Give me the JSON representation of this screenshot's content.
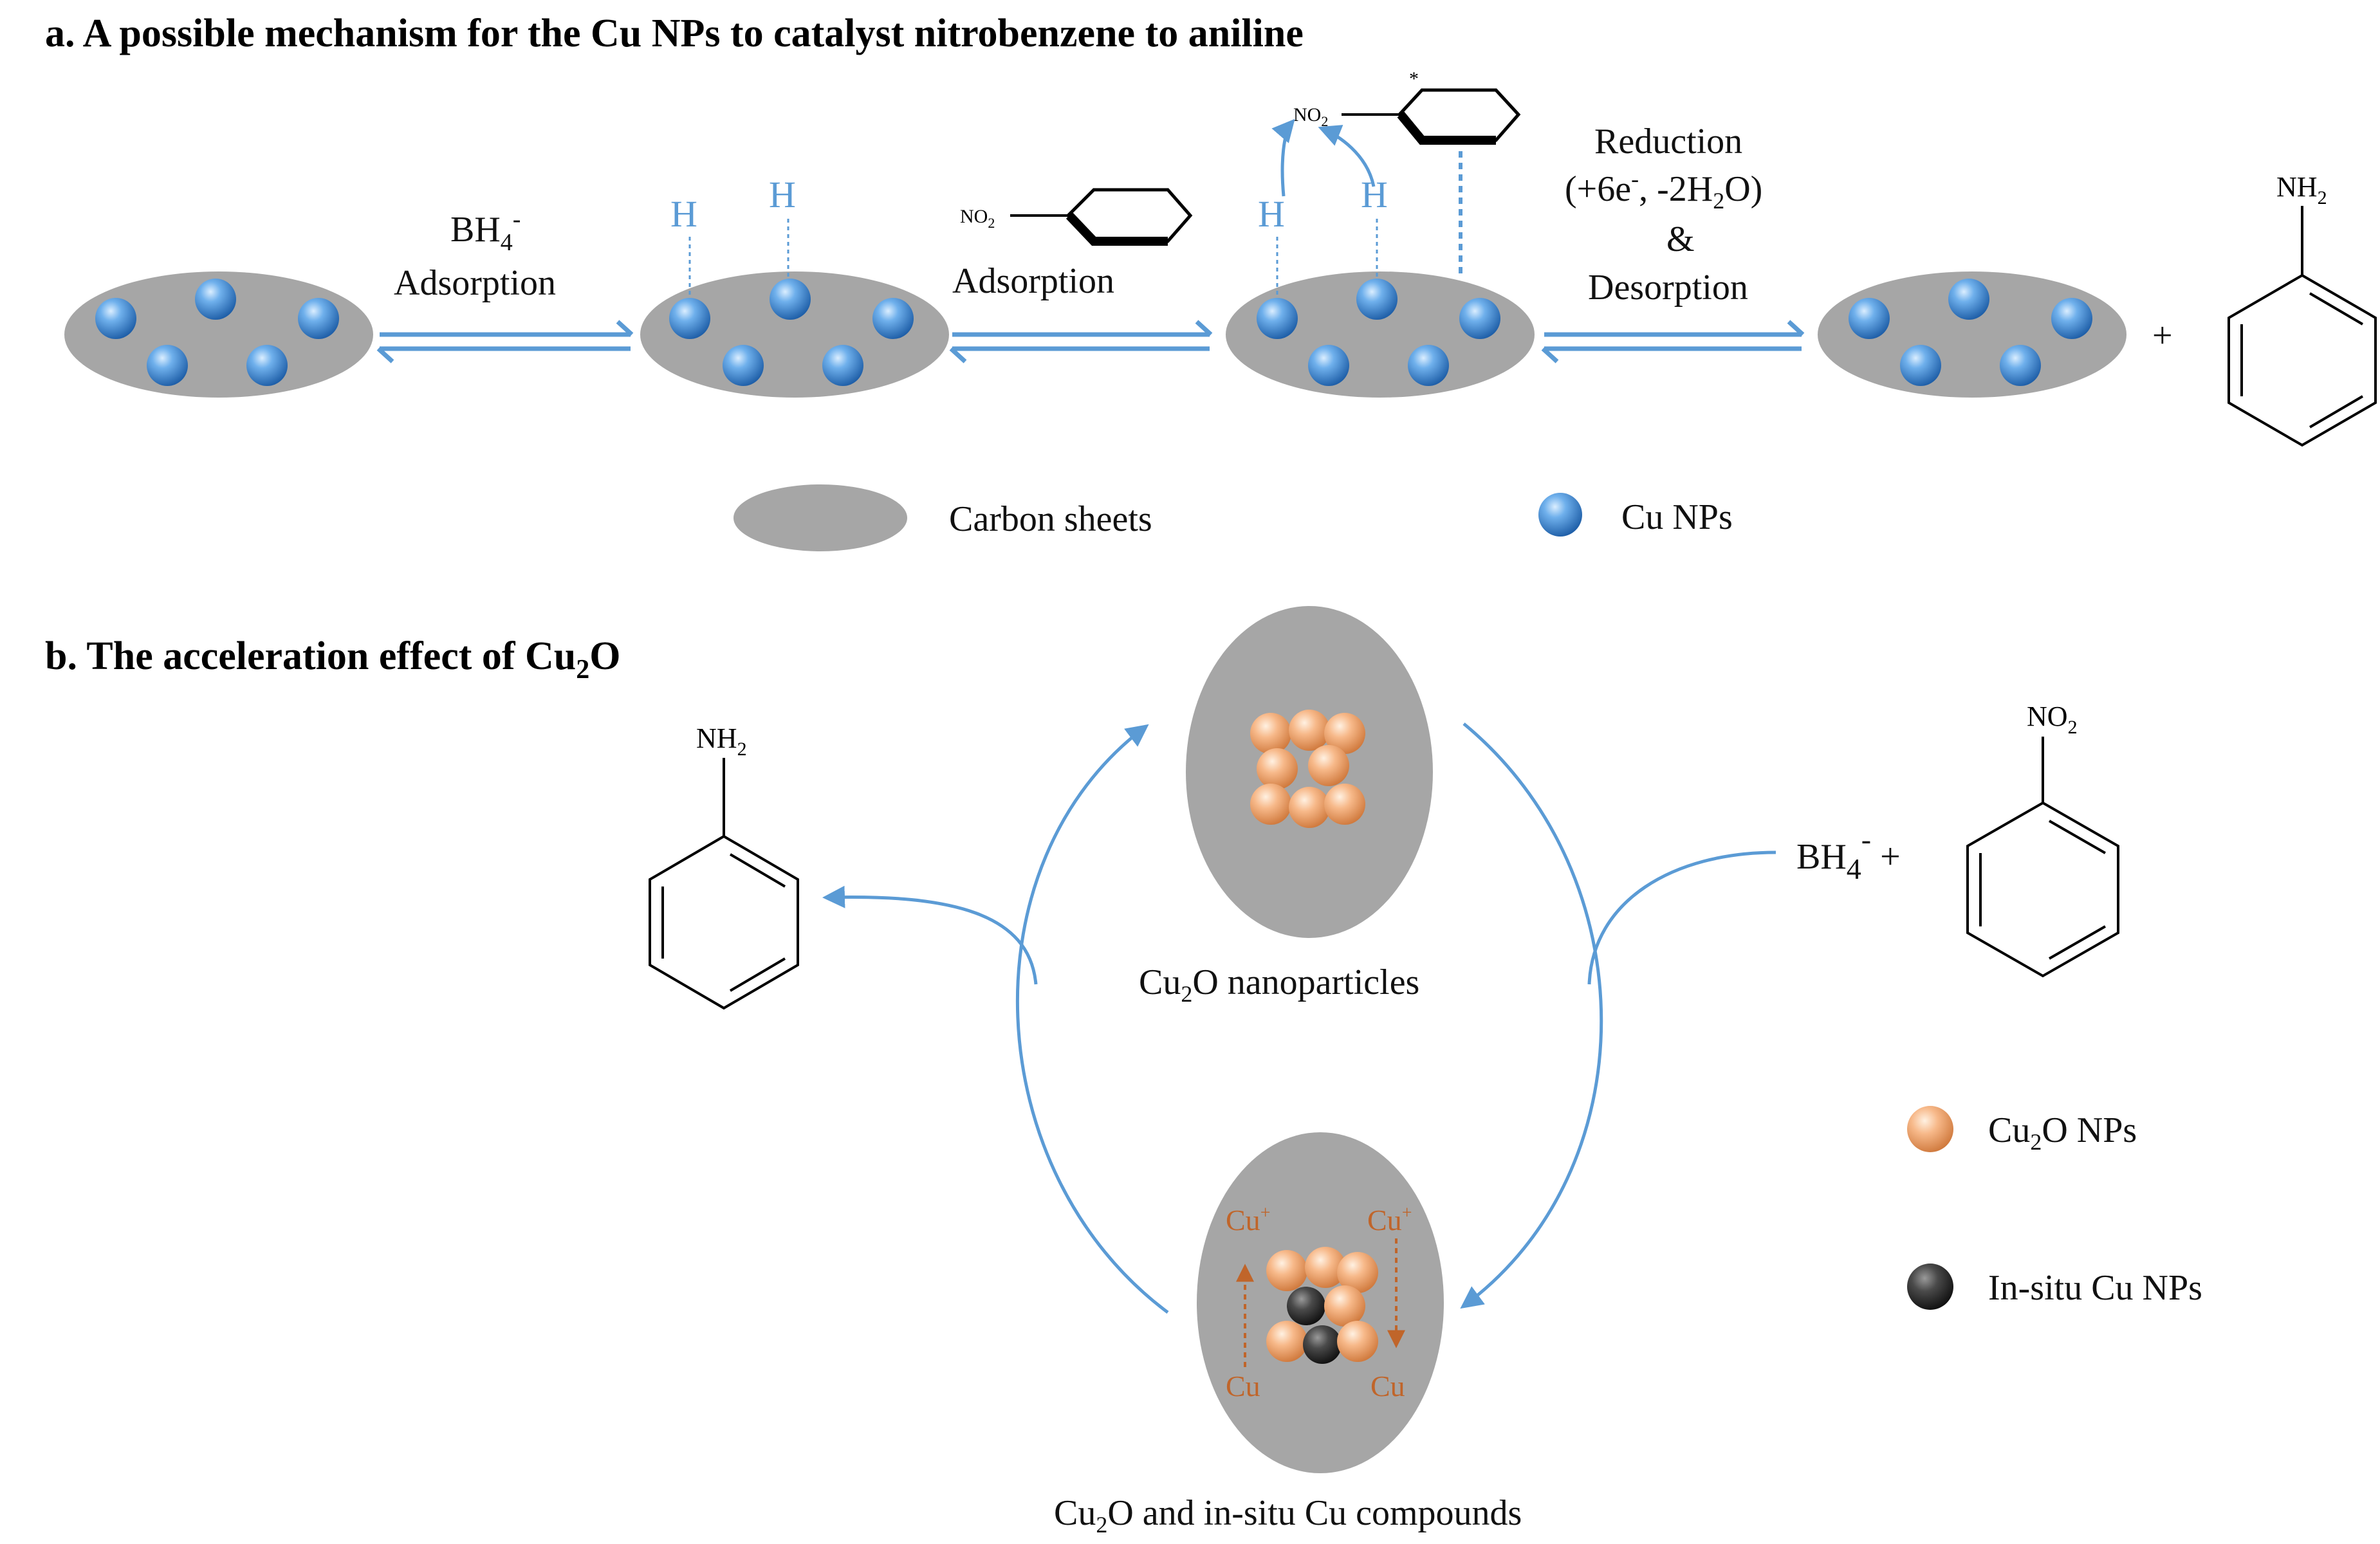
{
  "panel_a": {
    "heading": "a. A possible mechanism for the Cu NPs to catalyst nitrobenzene to aniline",
    "step1": {
      "label_main": "BH",
      "label_sub": "4",
      "label_sup": "-",
      "label_line2": "Adsorption"
    },
    "step2": {
      "label": "Adsorption",
      "nitro": "NO",
      "nitro_sub": "2"
    },
    "step3": {
      "line1": "Reduction",
      "line2_a": "(+6e",
      "line2_sup": "-",
      "line2_b": ", -2H",
      "line2_sub": "2",
      "line2_c": "O)",
      "line3": "&",
      "line4": "Desorption"
    },
    "h_label": "H",
    "adsorbed_nitro": "NO",
    "adsorbed_nitro_sub": "2",
    "star": "*",
    "plus": "+",
    "aniline_amine": "NH",
    "aniline_amine_sub": "2",
    "legend": {
      "carbon_sheets": "Carbon sheets",
      "cu_nps": "Cu NPs"
    }
  },
  "panel_b": {
    "heading_main": "b. The acceleration effect of Cu",
    "heading_sub": "2",
    "heading_tail": "O",
    "aniline_amine": "NH",
    "aniline_amine_sub": "2",
    "nitro_group": "NO",
    "nitro_group_sub": "2",
    "reagent_main": "BH",
    "reagent_sub": "4",
    "reagent_sup": "-",
    "reagent_plus": " +",
    "top_caption": {
      "a": "Cu",
      "sub": "2",
      "b": "O nanoparticles"
    },
    "bottom_caption": {
      "a": "Cu",
      "sub": "2",
      "b": "O and in-situ  Cu compounds"
    },
    "cu_plus": "Cu",
    "cu_plus_sup": "+",
    "cu": "Cu",
    "legend": {
      "cu2o_a": "Cu",
      "cu2o_sub": "2",
      "cu2o_b": "O NPs",
      "insitu": "In-situ Cu NPs"
    }
  },
  "colors": {
    "carbon_sheet": "#a6a6a6",
    "cu_np_blue": "#4a90d9",
    "cu2o_orange": "#f4b183",
    "insitu_dark": "#404040",
    "arrow_blue": "#5b9bd5",
    "cu_label_orange": "#c0652a"
  }
}
